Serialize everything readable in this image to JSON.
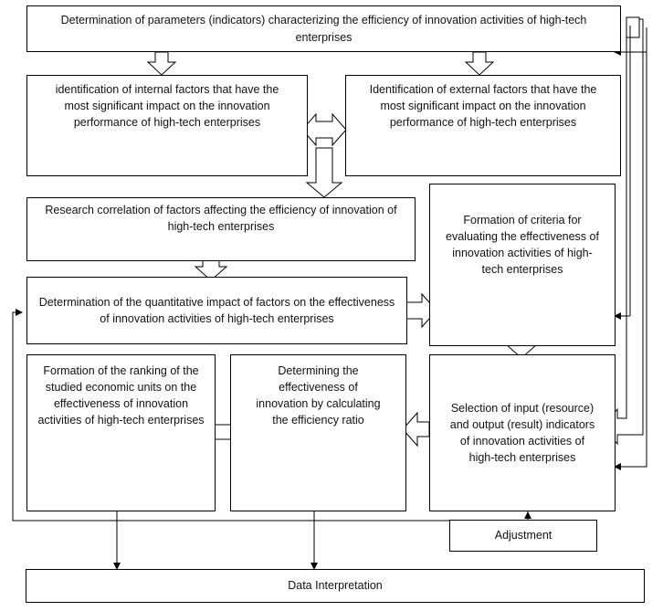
{
  "boxes": {
    "b1": "Determination of parameters (indicators) characterizing the efficiency of innovation activities of high-tech enterprises",
    "b2": "identification of internal factors that have the most significant impact on the innovation performance of high-tech enterprises",
    "b3": "Identification of external factors that have the most significant impact on the innovation performance of high-tech enterprises",
    "b4": "Research correlation of factors affecting the efficiency of innovation of high-tech enterprises",
    "b5": "Formation of criteria for evaluating the effectiveness of innovation activities of high-tech enterprises",
    "b6": "Determination of the quantitative impact of factors on the effectiveness of innovation activities of high-tech enterprises",
    "b7": "Formation of the ranking of the studied economic units on the effectiveness of innovation activities of high-tech enterprises",
    "b8": "Determining the effectiveness of innovation by calculating the efficiency ratio",
    "b9": "Selection of input (resource) and output (result) indicators of innovation activities of high-tech enterprises",
    "b10": "Adjustment",
    "b11": "Data Interpretation"
  }
}
